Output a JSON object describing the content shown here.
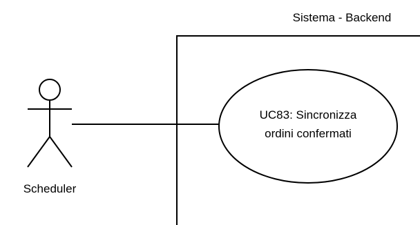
{
  "system": {
    "title": "Sistema - Backend"
  },
  "actor": {
    "name": "Scheduler"
  },
  "use_case": {
    "line1": "UC83: Sincronizza",
    "line2": "ordini confermati"
  },
  "colors": {
    "stroke": "#000000",
    "background": "#ffffff"
  }
}
